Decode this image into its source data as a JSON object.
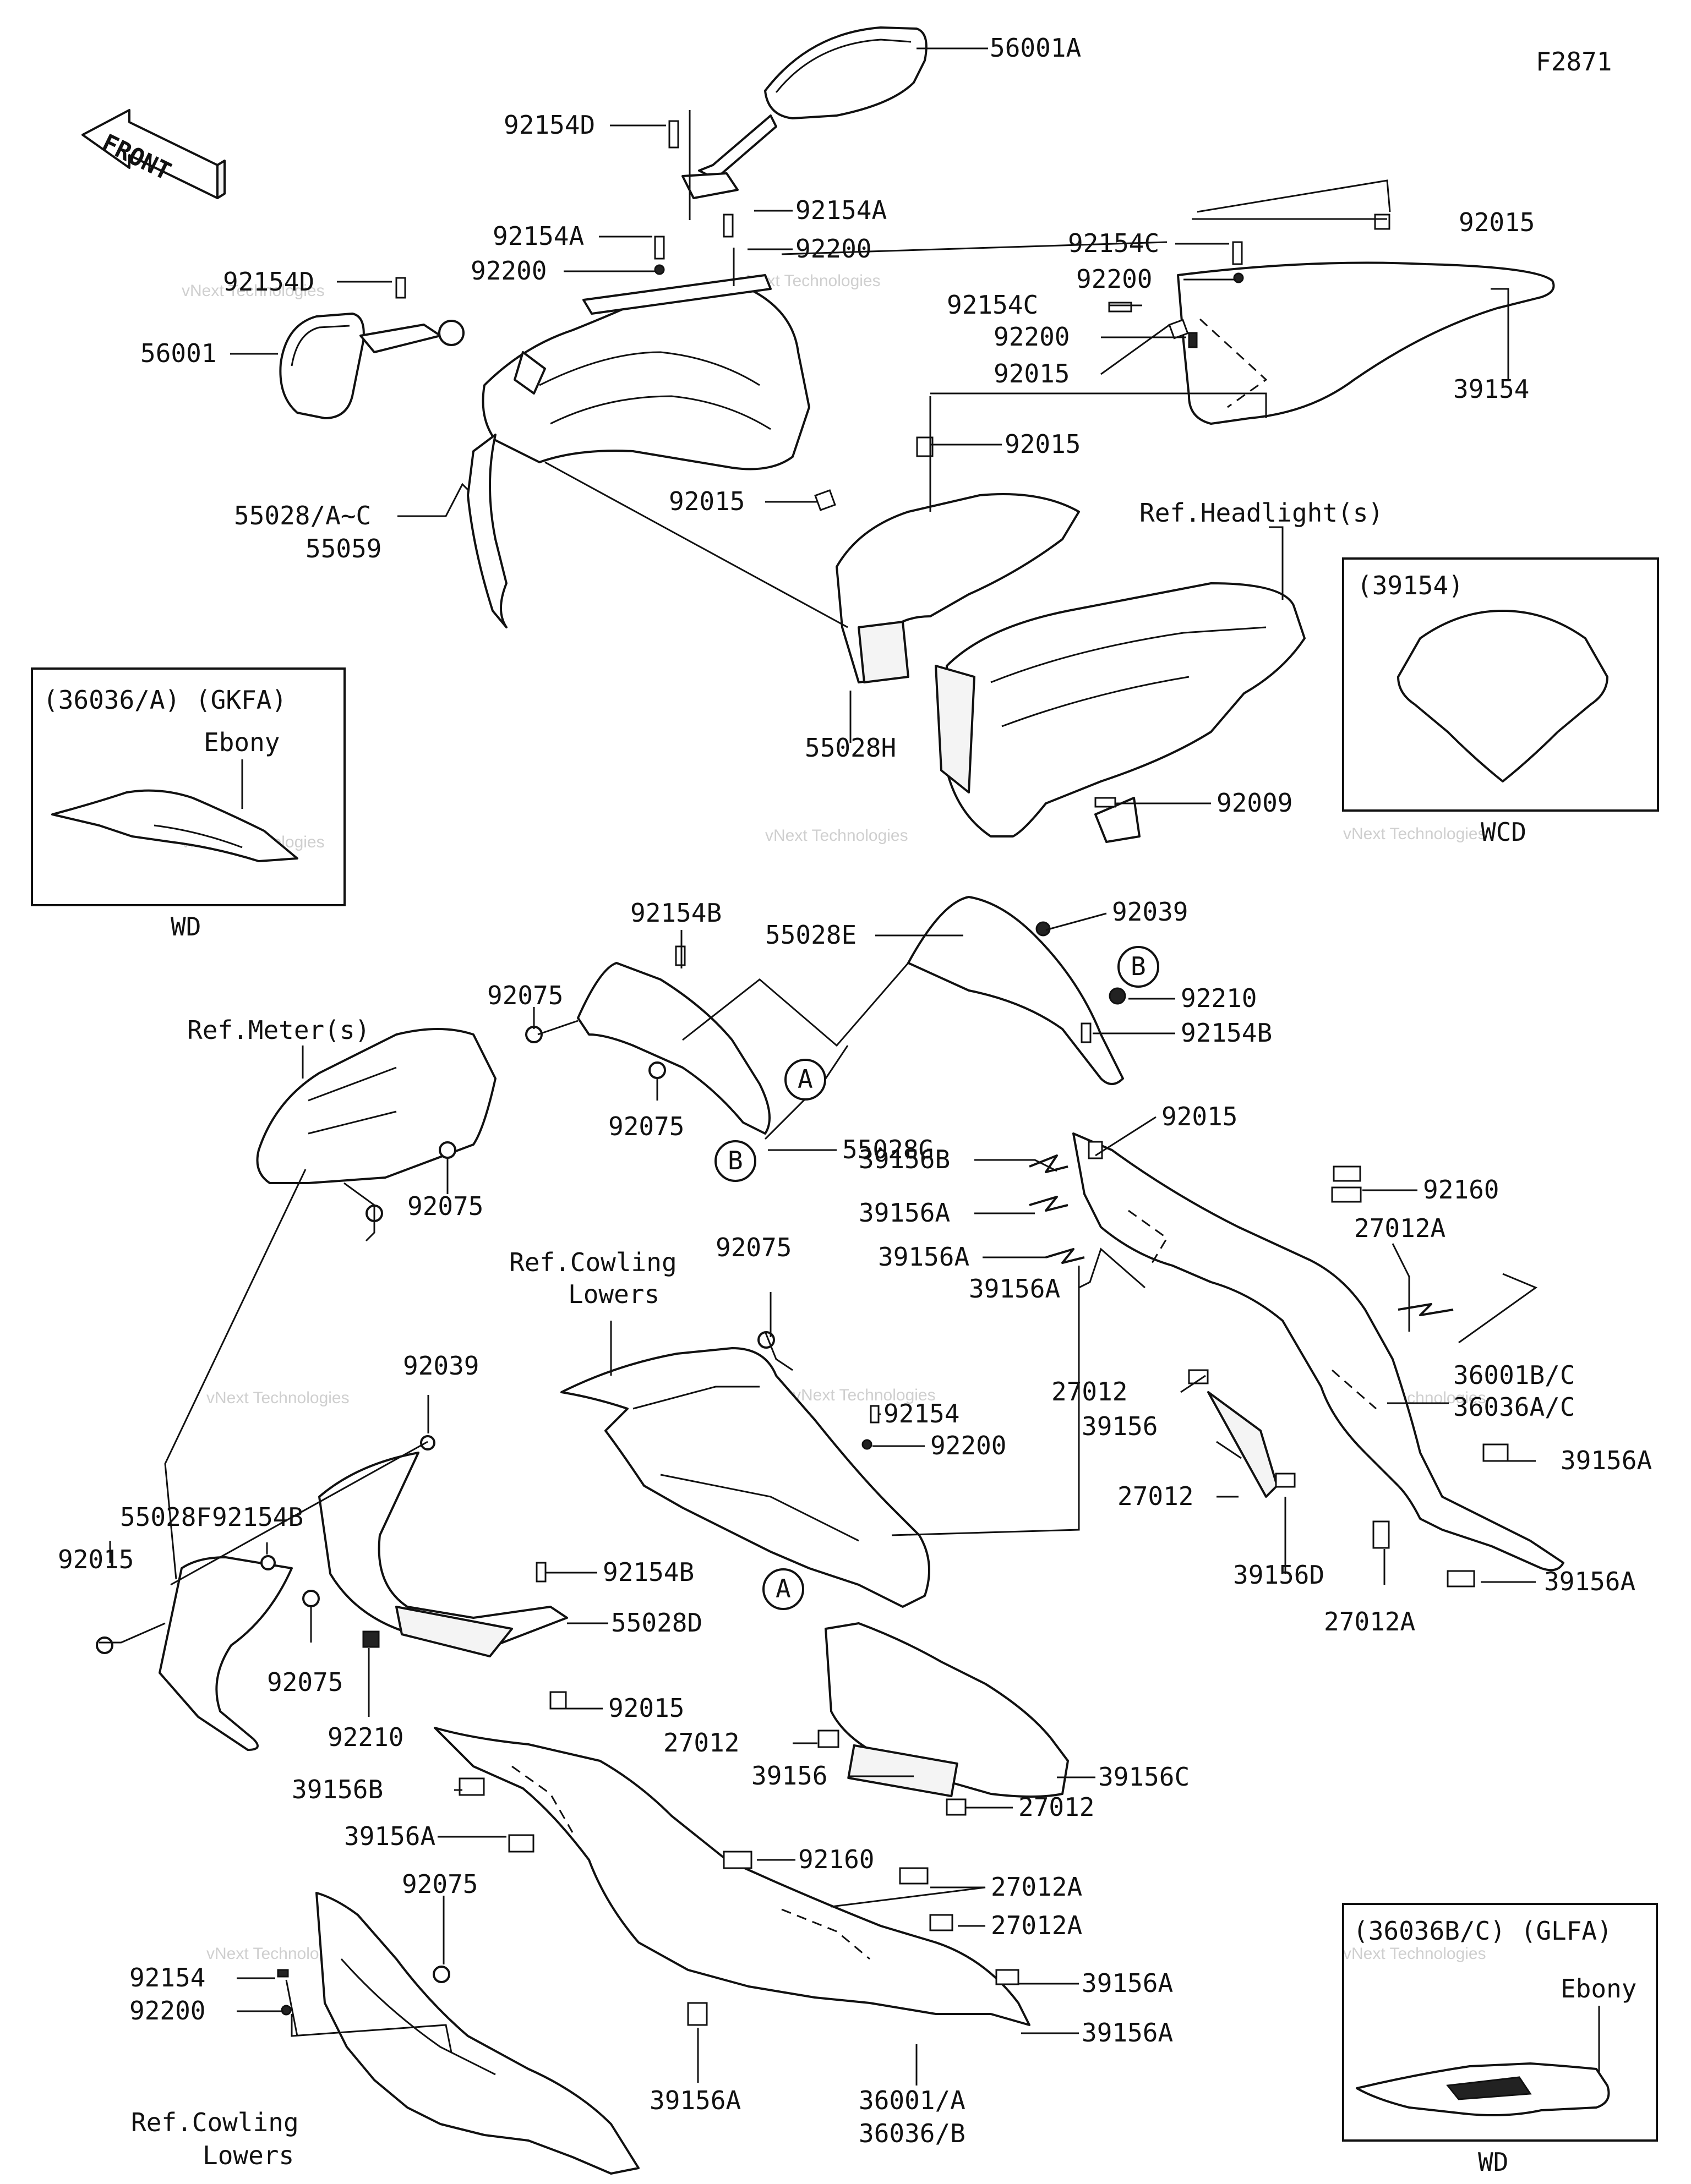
{
  "figure_code": "F2871",
  "front_arrow": "FRONT",
  "watermark": "vNext Technologies",
  "part_labels": [
    "56001A",
    "92154D",
    "92154A",
    "92200",
    "92154A",
    "92200",
    "92154D",
    "56001",
    "92154C",
    "92015",
    "92200",
    "92154C",
    "92200",
    "92015",
    "39154",
    "92015",
    "55028/A~C",
    "55059",
    "92015",
    "Ref.Headlight(s)",
    "55028H",
    "92009",
    "92154B",
    "55028E",
    "92039",
    "92210",
    "92154B",
    "92015",
    "Ref.Meter(s)",
    "92075",
    "55028G",
    "92075",
    "92075",
    "39156B",
    "92160",
    "39156A",
    "27012A",
    "39156A",
    "39156A",
    "92075",
    "Ref.Cowling",
    "Lowers",
    "27012",
    "36001B/C",
    "36036A/C",
    "92154",
    "92200",
    "39156",
    "39156A",
    "92039",
    "27012",
    "55028F",
    "92154B",
    "39156D",
    "39156A",
    "92015",
    "92154B",
    "27012A",
    "55028D",
    "92075",
    "92210",
    "92015",
    "27012",
    "39156C",
    "39156",
    "27012",
    "39156B",
    "92160",
    "39156A",
    "27012A",
    "27012A",
    "92075",
    "39156A",
    "92154",
    "92200",
    "39156A",
    "Ref.Cowling",
    "Lowers",
    "39156A",
    "36001/A",
    "36036/B"
  ],
  "insets": [
    {
      "caption": "(36036/A) (GKFA)",
      "color_note": "Ebony",
      "code": "WD"
    },
    {
      "caption": "(39154)",
      "color_note": "",
      "code": "WCD"
    },
    {
      "caption": "(36036B/C) (GLFA)",
      "color_note": "Ebony",
      "code": "WD"
    }
  ],
  "callouts": [
    "A",
    "B",
    "B",
    "A"
  ]
}
